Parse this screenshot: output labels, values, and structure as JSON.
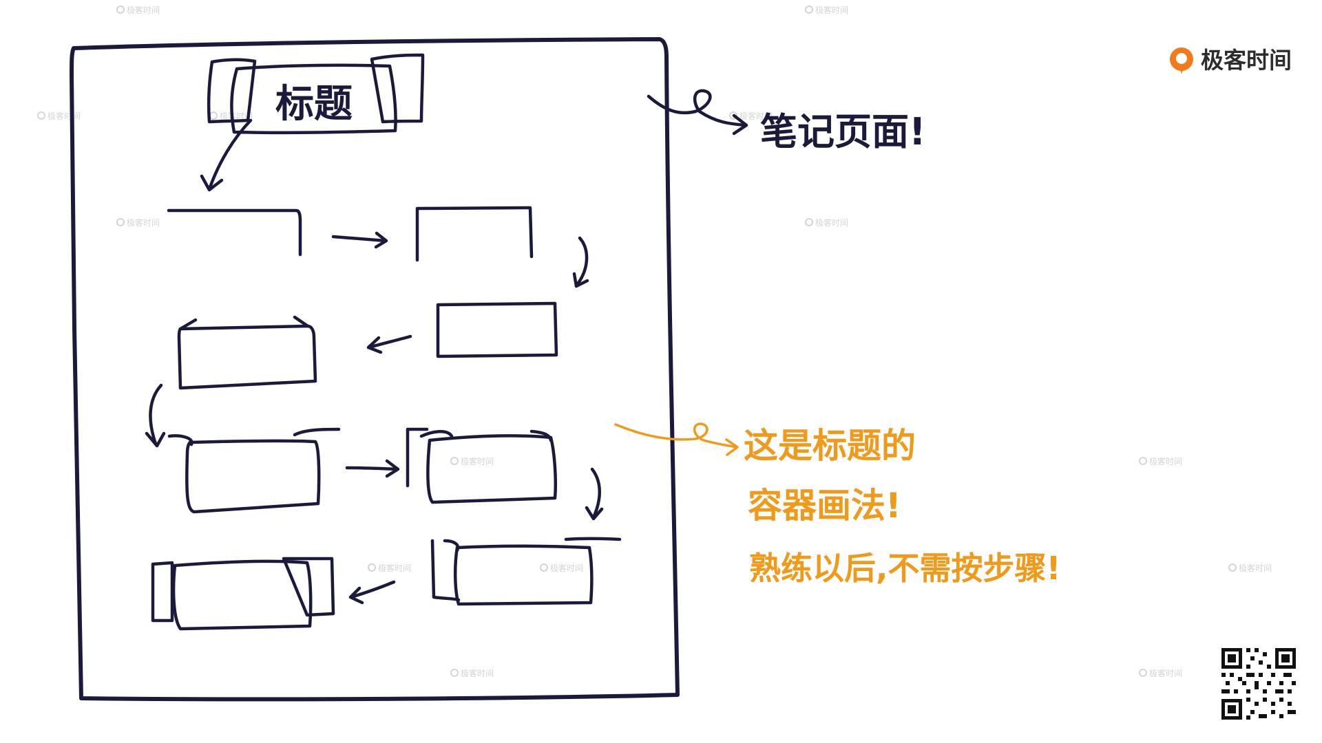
{
  "diagram": {
    "title_label": "标题",
    "note_page_label": "笔记页面!",
    "explanation_lines": [
      "这是标题的",
      "容器画法!",
      "熟练以后,不需按步骤!"
    ]
  },
  "brand": {
    "name": "极客时间",
    "watermark": "极客时间",
    "logo_icon": "geektime-logo-icon",
    "qr_icon": "qr-code-icon"
  },
  "colors": {
    "ink": "#1c1a3c",
    "accent": "#ef9a1a",
    "brand_orange": "#f27a1a",
    "background": "#ffffff"
  }
}
